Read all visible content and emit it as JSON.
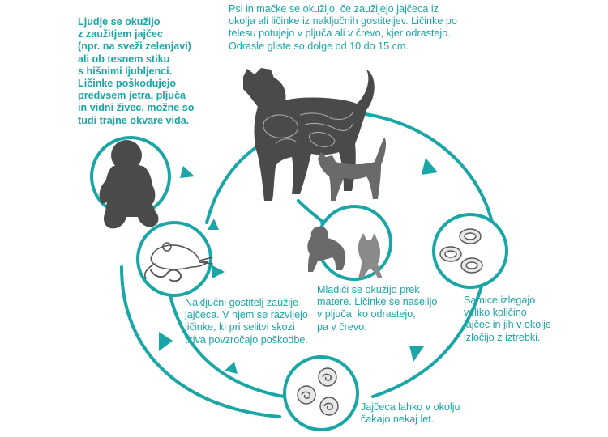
{
  "colors": {
    "teal": "#1aa6a6",
    "silhouette": "#4a4a4a",
    "silhouette_light": "#8a8a8a",
    "egg_fill": "#e7e7e7"
  },
  "texts": {
    "human": "Ljudje se okužijo\nz zaužitjem jajčec\n(npr. na sveži zelenjavi)\nali ob tesnem stiku\ns hišnimi ljubljenci.\nLičinke poškodujejo\npredvsem jetra, pljuča\nin vidni živec, možne so\ntudi trajne okvare vida.",
    "adult_hosts": "Psi in mačke se okužijo, če zaužijejo jajčeca iz\nokolja ali ličinke iz naključnih gostiteljev. Ličinke po\ntelesu potujejo v pljuča ali v črevo, kjer odrastejo.\nOdrasle gliste so dolge od 10 do 15 cm.",
    "eggs_shed": "Samice izlegajo\nveliko količino\njajčec in jih v okolje\nizločijo z iztrebki.",
    "eggs_environment": "Jajčeca lahko v okolju\nčakajo nekaj let.",
    "puppies": "Mladiči se okužijo prek\nmatere. Ličinke se naselijo\nv pljuča, ko odrastejo,\npa v črevo.",
    "paratenic": "Naključni gostitelj zaužije\njajčeca. V njem se razvijejo\nličinke, ki pri selitvi skozi\ntkiva povzročajo poškodbe."
  },
  "icons": {
    "human": "sitting-child-silhouette",
    "dog": "dog-silhouette-with-internal-organs",
    "cat": "cat-silhouette",
    "puppy_kitten": "puppy-and-kitten-silhouette",
    "mouse": "mouse-outline",
    "worm": "worm-outline",
    "eggs": "roundworm-eggs"
  }
}
